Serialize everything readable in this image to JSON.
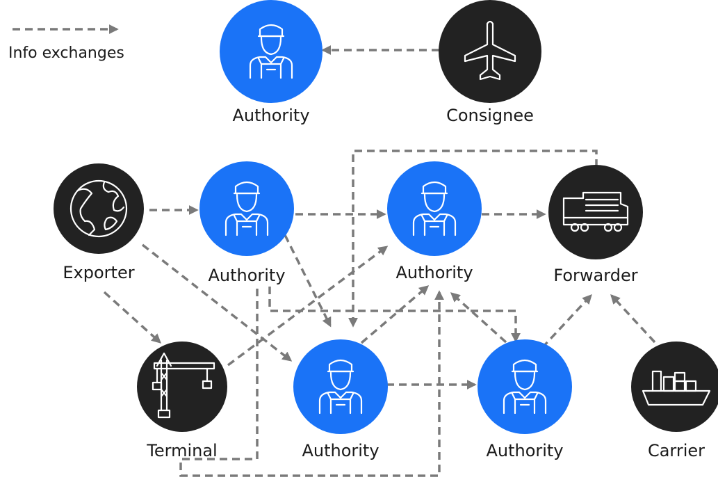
{
  "legend": {
    "label": "Info exchanges"
  },
  "nodes": {
    "authority_top": {
      "label": "Authority",
      "icon": "worker-icon",
      "color": "#1a73f7"
    },
    "consignee": {
      "label": "Consignee",
      "icon": "airplane-icon",
      "color": "#222222"
    },
    "exporter": {
      "label": "Exporter",
      "icon": "globe-icon",
      "color": "#222222"
    },
    "authority_mid_left": {
      "label": "Authority",
      "icon": "worker-icon",
      "color": "#1a73f7"
    },
    "authority_mid_center": {
      "label": "Authority",
      "icon": "worker-icon",
      "color": "#1a73f7"
    },
    "forwarder": {
      "label": "Forwarder",
      "icon": "train-icon",
      "color": "#222222"
    },
    "terminal": {
      "label": "Terminal",
      "icon": "crane-icon",
      "color": "#222222"
    },
    "authority_bottom_left": {
      "label": "Authority",
      "icon": "worker-icon",
      "color": "#1a73f7"
    },
    "authority_bottom_right": {
      "label": "Authority",
      "icon": "worker-icon",
      "color": "#1a73f7"
    },
    "carrier": {
      "label": "Carrier",
      "icon": "ship-icon",
      "color": "#222222"
    }
  }
}
